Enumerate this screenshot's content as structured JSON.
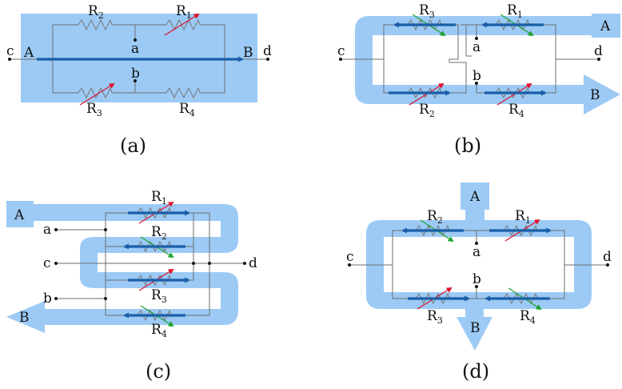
{
  "panels": {
    "a": {
      "caption": "(a)",
      "nodes": {
        "c": "c",
        "d": "d",
        "A": "A",
        "B": "B",
        "a": "a",
        "b": "b"
      },
      "resistors": [
        {
          "name": "R",
          "sub": "2"
        },
        {
          "name": "R",
          "sub": "1"
        },
        {
          "name": "R",
          "sub": "3"
        },
        {
          "name": "R",
          "sub": "4"
        }
      ]
    },
    "b": {
      "caption": "(b)",
      "nodes": {
        "c": "c",
        "d": "d",
        "a": "a",
        "b": "b"
      },
      "arrows": {
        "A": "A",
        "B": "B"
      },
      "resistors": [
        {
          "name": "R",
          "sub": "3"
        },
        {
          "name": "R",
          "sub": "1"
        },
        {
          "name": "R",
          "sub": "2"
        },
        {
          "name": "R",
          "sub": "4"
        }
      ]
    },
    "c": {
      "caption": "(c)",
      "nodes": {
        "a": "a",
        "c": "c",
        "b": "b",
        "d": "d"
      },
      "arrows": {
        "A": "A",
        "B": "B"
      },
      "resistors": [
        {
          "name": "R",
          "sub": "1"
        },
        {
          "name": "R",
          "sub": "2"
        },
        {
          "name": "R",
          "sub": "3"
        },
        {
          "name": "R",
          "sub": "4"
        }
      ]
    },
    "d": {
      "caption": "(d)",
      "nodes": {
        "c": "c",
        "d": "d",
        "a": "a",
        "b": "b"
      },
      "arrows": {
        "A": "A",
        "B": "B"
      },
      "resistors": [
        {
          "name": "R",
          "sub": "2"
        },
        {
          "name": "R",
          "sub": "1"
        },
        {
          "name": "R",
          "sub": "3"
        },
        {
          "name": "R",
          "sub": "4"
        }
      ]
    }
  },
  "colors": {
    "band": "#9ccaf5",
    "current_arrow": "#1a5fa8",
    "variable_red": "#e0102a",
    "variable_green": "#1aa32c",
    "wire": "#6e6e6e"
  },
  "icons": {
    "resistor": "zigzag-resistor-icon",
    "variable": "variable-resistor-arrow-icon",
    "current": "current-direction-arrow-icon",
    "terminal": "terminal-dot-icon"
  }
}
